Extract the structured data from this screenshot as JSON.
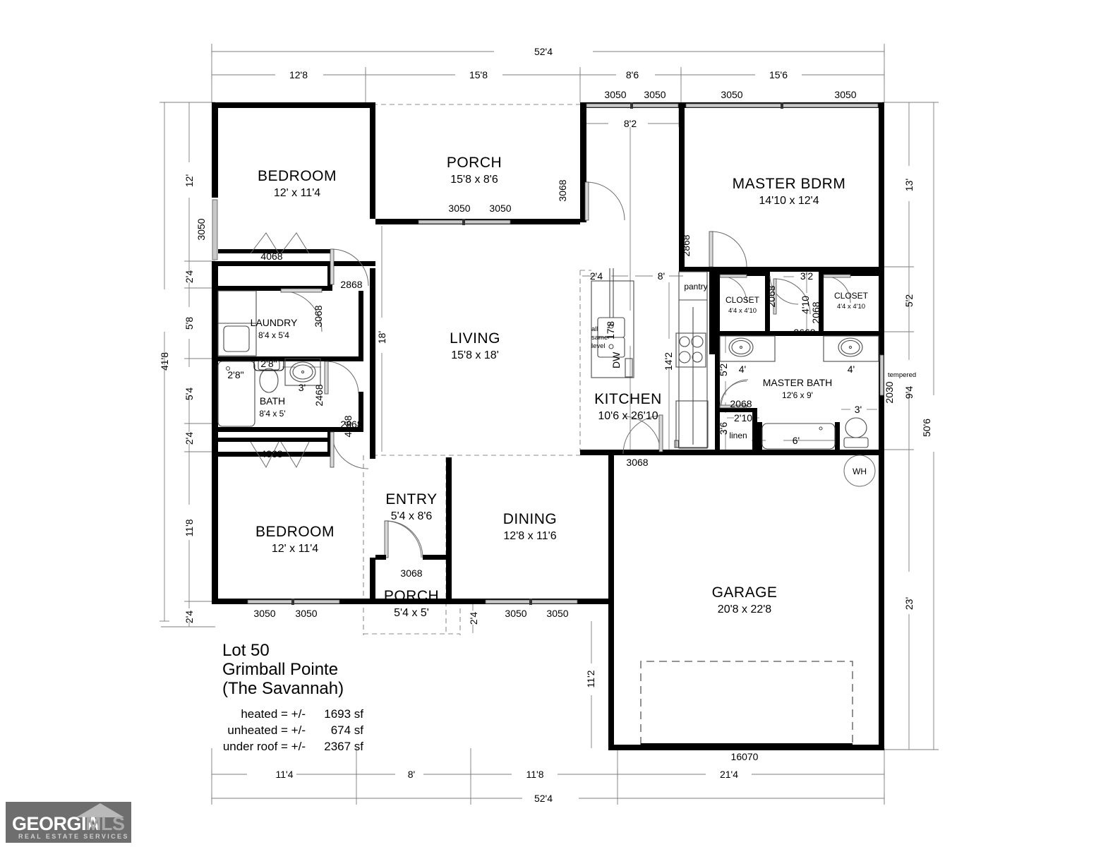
{
  "document": {
    "type": "residential-floor-plan",
    "title_block": {
      "lot": "Lot 50",
      "subdivision": "Grimball Pointe",
      "model": "(The Savannah)",
      "areas": [
        {
          "label": "heated = +/-",
          "value": "1693 sf"
        },
        {
          "label": "unheated = +/-",
          "value": "674 sf"
        },
        {
          "label": "under roof = +/-",
          "value": "2367 sf"
        }
      ]
    },
    "watermark": {
      "brand_part1": "GEORGIA",
      "brand_part2": "MLS",
      "tagline": "REAL ESTATE SERVICES",
      "bg_color": "#6e6e6e"
    }
  },
  "rooms": [
    {
      "name": "BEDROOM",
      "size": "12' x 11'4"
    },
    {
      "name": "PORCH",
      "size": "15'8 x 8'6"
    },
    {
      "name": "MASTER BDRM",
      "size": "14'10 x 12'4"
    },
    {
      "name": "LAUNDRY",
      "size": "8'4 x 5'4"
    },
    {
      "name": "BATH",
      "size": "8'4 x 5'"
    },
    {
      "name": "LIVING",
      "size": "15'8 x 18'"
    },
    {
      "name": "KITCHEN",
      "size": "10'6 x 26'10"
    },
    {
      "name": "CLOSET",
      "size": "4'4 x 4'10"
    },
    {
      "name": "CLOSET",
      "size": "4'4 x 4'10"
    },
    {
      "name": "MASTER BATH",
      "size": "12'6 x 9'"
    },
    {
      "name": "BEDROOM",
      "size": "12' x 11'4"
    },
    {
      "name": "ENTRY",
      "size": "5'4 x 8'6"
    },
    {
      "name": "DINING",
      "size": "12'8 x 11'6"
    },
    {
      "name": "PORCH",
      "size": "5'4 x 5'"
    },
    {
      "name": "GARAGE",
      "size": "20'8 x 22'8"
    }
  ],
  "room_labels": {
    "bedroom_top_name": "BEDROOM",
    "bedroom_top_size": "12' x 11'4",
    "porch_top_name": "PORCH",
    "porch_top_size": "15'8 x 8'6",
    "master_name": "MASTER BDRM",
    "master_size": "14'10 x 12'4",
    "laundry_name": "LAUNDRY",
    "laundry_size": "8'4 x 5'4",
    "bath_name": "BATH",
    "bath_size": "8'4 x 5'",
    "living_name": "LIVING",
    "living_size": "15'8 x 18'",
    "kitchen_name": "KITCHEN",
    "kitchen_size": "10'6 x 26'10",
    "closet1_name": "CLOSET",
    "closet1_size": "4'4 x 4'10",
    "closet2_name": "CLOSET",
    "closet2_size": "4'4 x 4'10",
    "mbath_name": "MASTER BATH",
    "mbath_size": "12'6 x 9'",
    "bedroom_bot_name": "BEDROOM",
    "bedroom_bot_size": "12' x 11'4",
    "entry_name": "ENTRY",
    "entry_size": "5'4 x 8'6",
    "dining_name": "DINING",
    "dining_size": "12'8 x 11'6",
    "porch_bot_name": "PORCH",
    "porch_bot_size": "5'4 x 5'",
    "garage_name": "GARAGE",
    "garage_size": "20'8 x 22'8",
    "pantry": "pantry",
    "linen": "linen",
    "water_heater": "WH",
    "all_same_level": "all\nsame\nlevel",
    "all_same_level_1": "all",
    "all_same_level_2": "same",
    "all_same_level_3": "level",
    "dishwasher": "DW",
    "tempered": "tempered"
  },
  "dimensions": {
    "top_overall": "52'4",
    "top_chain": [
      "12'8",
      "15'8",
      "8'6",
      "15'6"
    ],
    "bottom_overall": "52'4",
    "bottom_chain": [
      "11'4",
      "8'",
      "11'8",
      "21'4"
    ],
    "left_overall": "41'8",
    "left_chain": [
      "12'",
      "2'4",
      "5'8",
      "5'4",
      "2'4",
      "11'8",
      "2'4"
    ],
    "right_overall": "50'6",
    "right_chain": [
      "13'",
      "5'2",
      "9'4",
      "23'"
    ],
    "interior": {
      "porch_to_kitchen": "8'2",
      "living_height": "18'",
      "kitchen_depth": "17'8",
      "island_offset": "2'4",
      "kitchen_run": "8'",
      "counter_run": "14'2",
      "vanity_depth": "5'2",
      "vanity_left": "4'",
      "vanity_right": "4'",
      "closet_gap": "3'2",
      "closet_door_h": "4'10",
      "linen_depth": "3'6",
      "linen_width": "2'10",
      "tub_len": "6'",
      "toilet_w": "3'",
      "lav_w": "3'",
      "shower_w": "2'8\"",
      "tub_w": "2'8\"",
      "dining_offset": "2'4",
      "porch_offset": "2'4",
      "garage_height": "11'2"
    }
  },
  "window_tags": {
    "top": [
      "3050",
      "3050",
      "3050",
      "3050"
    ],
    "left_upper": "3050",
    "porch_interior": [
      "3050",
      "3050"
    ],
    "bedroom_bottom": [
      "3050",
      "3050"
    ],
    "dining_bottom": [
      "3050",
      "3050"
    ],
    "right_tempered": "2030",
    "garage_door": "16070"
  },
  "door_tags": {
    "bedroom_top_closet": "4068",
    "bedroom_top_door": "2868",
    "laundry_door": "3068",
    "bath_door": "2468",
    "hall_door": "2868",
    "hall_closet": "4068",
    "bedroom_bot_door": "2868",
    "bedroom_bot_closet": "4068",
    "porch_to_living": "3068",
    "kitchen_to_garage": "3068",
    "entry_door": "3068",
    "master_door": "2868",
    "closet1_door": "2068",
    "closet2_door": "2068",
    "mbath_door": "2668",
    "linen_door": "2068",
    "closet_head": "2068"
  }
}
